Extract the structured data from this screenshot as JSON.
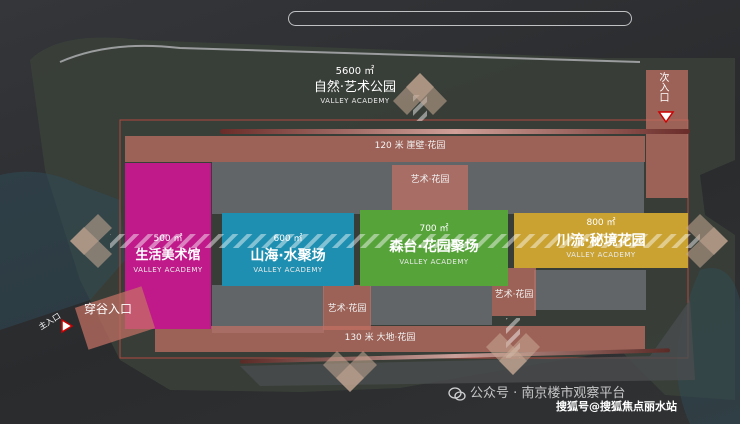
{
  "park": {
    "area": "5600 ㎡",
    "title": "自然·艺术公园",
    "subtitle": "VALLEY    ACADEMY"
  },
  "entrances": {
    "secondary": "次入口",
    "main": "主入口",
    "valley": "穿谷入口"
  },
  "corridors": {
    "cliff_garden": "120 米 崖壁·花园",
    "earth_garden": "130 米 大地·花园"
  },
  "art_garden_label": "艺术·花园",
  "zones": [
    {
      "area": "500 ㎡",
      "name": "生活美术馆",
      "sub": "VALLEY  ACADEMY",
      "color": "#c0198a"
    },
    {
      "area": "600 ㎡",
      "name": "山海·水聚场",
      "sub": "VALLEY  ACADEMY",
      "color": "#1e8fb0"
    },
    {
      "area": "700 ㎡",
      "name": "森台·花园聚场",
      "sub": "VALLEY  ACADEMY",
      "color": "#56a33a"
    },
    {
      "area": "800 ㎡",
      "name": "川流·秘境花园",
      "sub": "VALLEY  ACADEMY",
      "color": "#c9a232"
    }
  ],
  "watermarks": {
    "wechat": "公众号 · 南京楼市观察平台",
    "sohu": "搜狐号@搜狐焦点丽水站"
  }
}
